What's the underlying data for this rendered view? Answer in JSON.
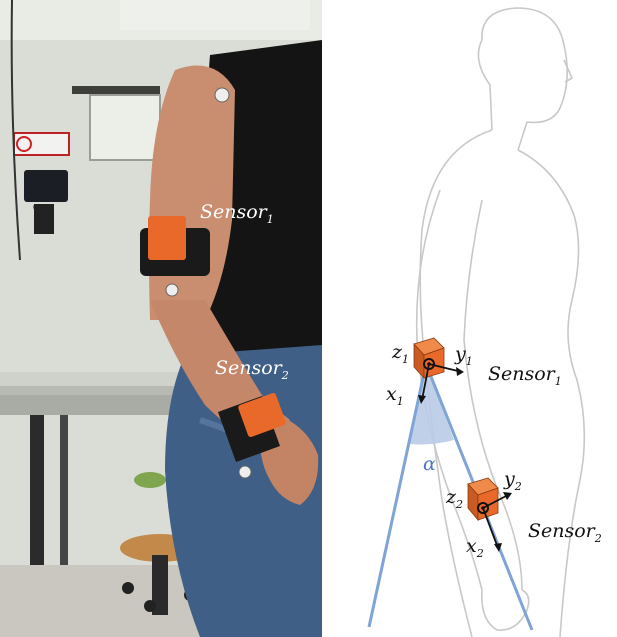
{
  "photo": {
    "sensor1_label": "Sensor",
    "sensor1_sub": "1",
    "sensor2_label": "Sensor",
    "sensor2_sub": "2"
  },
  "diagram": {
    "sensor1_label": "Sensor",
    "sensor1_sub": "1",
    "sensor2_label": "Sensor",
    "sensor2_sub": "2",
    "z1": "z",
    "z1_sub": "1",
    "y1": "y",
    "y1_sub": "1",
    "x1": "x",
    "x1_sub": "1",
    "z2": "z",
    "z2_sub": "2",
    "y2": "y",
    "y2_sub": "2",
    "x2": "x",
    "x2_sub": "2",
    "angle": "α"
  },
  "colors": {
    "sensor_orange": "#e8692a",
    "axis_blue": "#7fa4d6",
    "angle_fill": "#b8cbe6",
    "angle_text": "#4f78c0",
    "outline_gray": "#c8c8c8"
  }
}
